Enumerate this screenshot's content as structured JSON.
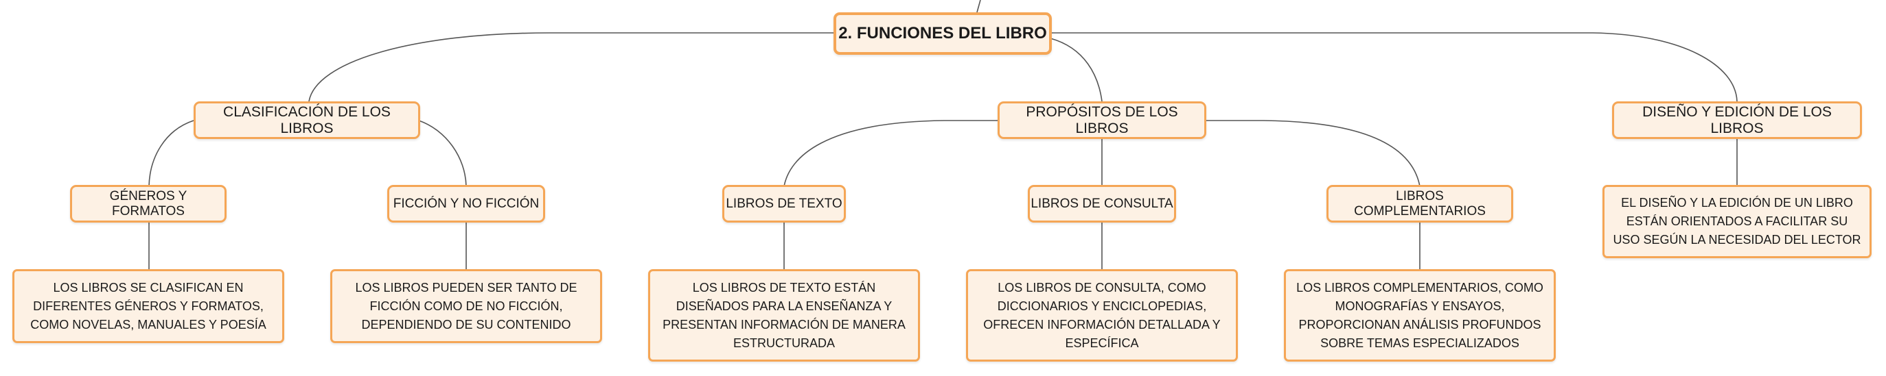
{
  "map": {
    "root": "2. FUNCIONES DEL LIBRO",
    "branches": {
      "clasificacion": {
        "title": "CLASIFICACIÓN DE LOS LIBROS",
        "generos": {
          "title": "GÉNEROS Y FORMATOS",
          "text": "LOS LIBROS SE CLASIFICAN EN DIFERENTES GÉNEROS Y FORMATOS, COMO NOVELAS, MANUALES Y POESÍA"
        },
        "ficcion": {
          "title": "FICCIÓN Y NO FICCIÓN",
          "text": "LOS LIBROS PUEDEN SER TANTO DE FICCIÓN COMO DE NO FICCIÓN, DEPENDIENDO DE SU CONTENIDO"
        }
      },
      "propositos": {
        "title": "PROPÓSITOS DE LOS LIBROS",
        "texto": {
          "title": "LIBROS DE TEXTO",
          "text": "LOS LIBROS DE TEXTO ESTÁN DISEÑADOS PARA LA ENSEÑANZA Y PRESENTAN INFORMACIÓN DE MANERA ESTRUCTURADA"
        },
        "consulta": {
          "title": "LIBROS DE CONSULTA",
          "text": "LOS LIBROS DE CONSULTA, COMO DICCIONARIOS Y ENCICLOPEDIAS, OFRECEN INFORMACIÓN DETALLADA Y ESPECÍFICA"
        },
        "complementarios": {
          "title": "LIBROS COMPLEMENTARIOS",
          "text": "LOS LIBROS COMPLEMENTARIOS, COMO MONOGRAFÍAS Y ENSAYOS, PROPORCIONAN ANÁLISIS PROFUNDOS SOBRE TEMAS ESPECIALIZADOS"
        }
      },
      "diseno": {
        "title": "DISEÑO Y EDICIÓN DE LOS LIBROS",
        "text": "EL DISEÑO Y LA EDICIÓN DE UN LIBRO ESTÁN ORIENTADOS A FACILITAR SU USO SEGÚN LA NECESIDAD DEL LECTOR"
      }
    }
  },
  "colors": {
    "node_fill": "#fdf1e4",
    "node_border": "#f5a656",
    "connector": "#555555"
  }
}
